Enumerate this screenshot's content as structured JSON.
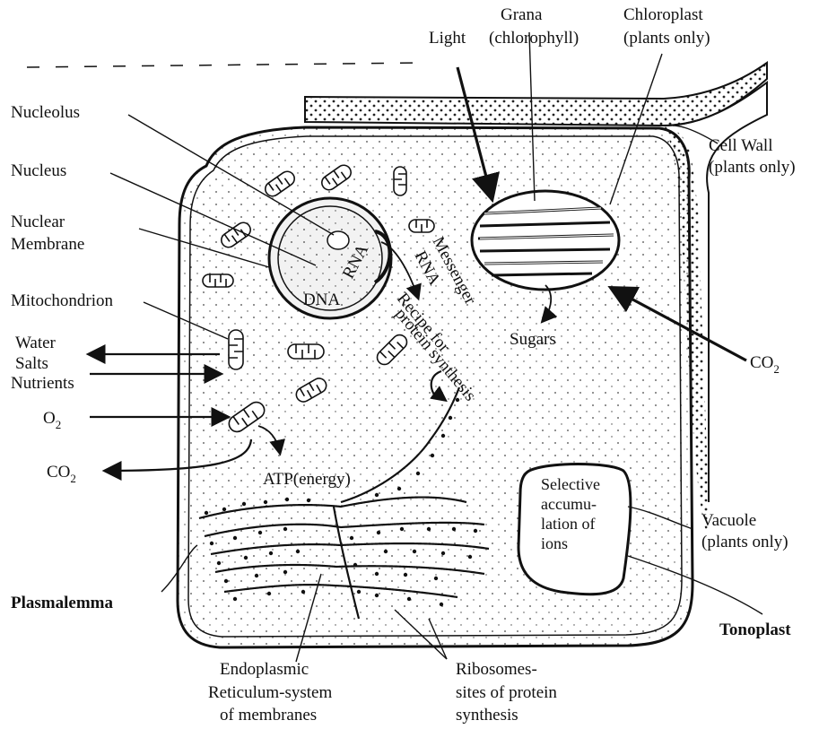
{
  "labels": {
    "grana_1": "Grana",
    "grana_2": "(chlorophyll)",
    "light": "Light",
    "chloroplast_1": "Chloroplast",
    "chloroplast_2": "(plants only)",
    "cell_wall_1": "Cell Wall",
    "cell_wall_2": "(plants only)",
    "nucleolus": "Nucleolus",
    "nucleus": "Nucleus",
    "nuclear_1": "Nuclear",
    "nuclear_2": "Membrane",
    "mitochondrion": "Mitochondrion",
    "water": "Water",
    "salts": "Salts",
    "nutrients": "Nutrients",
    "o2_main": "O",
    "o2_sub": "2",
    "co2_left_main": "CO",
    "co2_left_sub": "2",
    "co2_right_main": "CO",
    "co2_right_sub": "2",
    "rna": "RNA",
    "dna": "DNA",
    "messenger_1": "Messenger",
    "messenger_2": "RNA",
    "recipe_1": "Recipe for",
    "recipe_2": "protein synthesis",
    "sugars": "Sugars",
    "atp": "ATP(energy)",
    "vacuole_inner_1": "Selective",
    "vacuole_inner_2": "accumu-",
    "vacuole_inner_3": "lation of",
    "vacuole_inner_4": "ions",
    "vacuole_1": "Vacuole",
    "vacuole_2": "(plants only)",
    "plasmalemma": "Plasmalemma",
    "tonoplast": "Tonoplast",
    "er_1": "Endoplasmic",
    "er_2": "Reticulum-system",
    "er_3": "of membranes",
    "ribo_1": "Ribosomes-",
    "ribo_2": "sites of protein",
    "ribo_3": "synthesis"
  }
}
